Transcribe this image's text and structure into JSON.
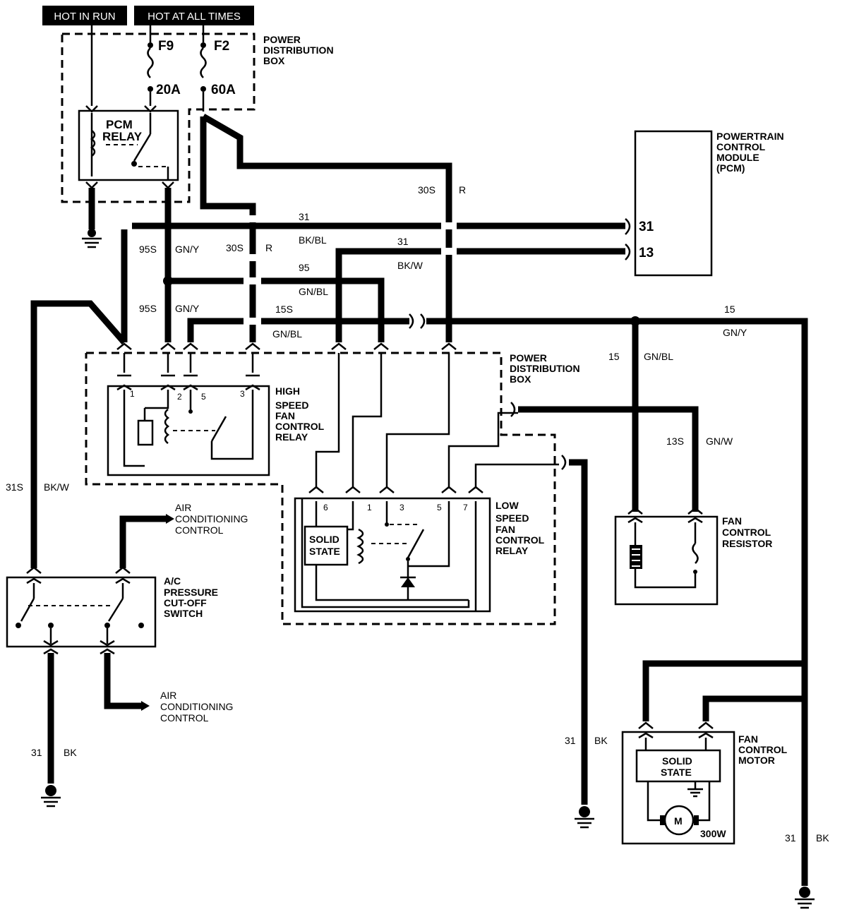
{
  "headers": {
    "run": "HOT IN RUN",
    "always": "HOT AT ALL TIMES"
  },
  "fuses": [
    {
      "name": "F9",
      "rating": "20A"
    },
    {
      "name": "F2",
      "rating": "60A"
    }
  ],
  "power_box_top": [
    "POWER",
    "DISTRIBUTION",
    "BOX"
  ],
  "power_box_mid": [
    "POWER",
    "DISTRIBUTION",
    "BOX"
  ],
  "pcm_relay": [
    "PCM",
    "RELAY"
  ],
  "pcm": {
    "lines": [
      "POWERTRAIN",
      "CONTROL",
      "MODULE",
      "(PCM)"
    ],
    "pin_a": "31",
    "pin_b": "13"
  },
  "high_relay": {
    "lines": [
      "HIGH",
      "SPEED",
      "FAN",
      "CONTROL",
      "RELAY"
    ],
    "pins": [
      "1",
      "2",
      "5",
      "3"
    ]
  },
  "low_relay": {
    "lines": [
      "LOW",
      "SPEED",
      "FAN",
      "CONTROL",
      "RELAY"
    ],
    "pins": [
      "6",
      "1",
      "3",
      "5",
      "7"
    ],
    "solid_state": [
      "SOLID",
      "STATE"
    ]
  },
  "ac_switch": [
    "A/C",
    "PRESSURE",
    "CUT-OFF",
    "SWITCH"
  ],
  "ac_control_a": [
    "AIR",
    "CONDITIONING",
    "CONTROL"
  ],
  "ac_control_b": [
    "AIR",
    "CONDITIONING",
    "CONTROL"
  ],
  "fan_resistor": [
    "FAN",
    "CONTROL",
    "RESISTOR"
  ],
  "fan_motor": {
    "lines": [
      "FAN",
      "CONTROL",
      "MOTOR"
    ],
    "solid_state": [
      "SOLID",
      "STATE"
    ],
    "motor": "M",
    "rating": "300W"
  },
  "wires": {
    "c30s_a": "30S",
    "r_a": "R",
    "c31_a": "31",
    "bkbl": "BK/BL",
    "c31_b": "31",
    "bkw_a": "BK/W",
    "c95s_a": "95S",
    "gny_a": "GN/Y",
    "c30s_b": "30S",
    "r_b": "R",
    "c95": "95",
    "gnbl_a": "GN/BL",
    "c95s_b": "95S",
    "gny_b": "GN/Y",
    "c15s": "15S",
    "gnbl_b": "GN/BL",
    "c15_a": "15",
    "gny_c": "GN/Y",
    "c15_b": "15",
    "gnbl_c": "GN/BL",
    "c13s": "13S",
    "gnw": "GN/W",
    "c31s": "31S",
    "bkw_b": "BK/W",
    "c31_c": "31",
    "bk_a": "BK",
    "c31_d": "31",
    "bk_b": "BK",
    "c31_e": "31",
    "bk_c": "BK"
  }
}
